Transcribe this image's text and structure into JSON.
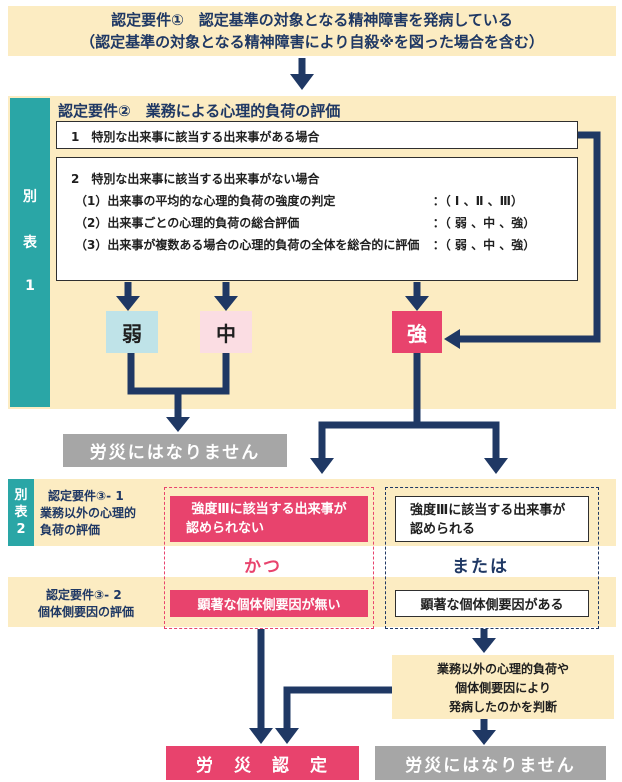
{
  "req1": {
    "line1": "認定要件①　認定基準の対象となる精神障害を発病している",
    "line2": "（認定基準の対象となる精神障害により自殺※を図った場合を含む）"
  },
  "side_label_1": {
    "chars": [
      "別",
      "表",
      "1"
    ]
  },
  "req2": {
    "title": "認定要件②　業務による心理的負荷の評価",
    "case1": "1　特別な出来事に該当する出来事がある場合",
    "case2_title": "2　特別な出来事に該当する出来事がない場合",
    "rows": [
      {
        "label": "（1）出来事の平均的な心理的負荷の強度の判定",
        "value": "：（ Ⅰ 、Ⅱ 、Ⅲ）"
      },
      {
        "label": "（2）出来事ごとの心理的負荷の総合評価",
        "value": "：（ 弱 、中 、強）"
      },
      {
        "label": "（3）出来事が複数ある場合の心理的負荷の全体を総合的に評価",
        "value": "：（ 弱 、中 、強）"
      }
    ],
    "weak": "弱",
    "medium": "中",
    "strong": "強"
  },
  "not_recognized_1": "労災にはなりません",
  "side_label_2": {
    "chars": [
      "別",
      "表",
      "2"
    ]
  },
  "req3_1": {
    "title_line1": "認定要件③- 1",
    "title_line2": "業務以外の心理的",
    "title_line3": "負荷の評価",
    "left_box_line1": "強度Ⅲに該当する出来事が",
    "left_box_line2": "認められない",
    "right_box_line1": "強度Ⅲに該当する出来事が",
    "right_box_line2": "認められる"
  },
  "and_label": "かつ",
  "or_label": "または",
  "req3_2": {
    "title_line1": "認定要件③- 2",
    "title_line2": "個体側要因の評価",
    "left_box": "顕著な個体側要因が無い",
    "right_box": "顕著な個体側要因がある"
  },
  "judge_box": {
    "line1": "業務以外の心理的負荷や",
    "line2": "個体側要因により",
    "line3": "発病したのかを判断"
  },
  "recognized": "労　災　認　定",
  "not_recognized_2": "労災にはなりません",
  "colors": {
    "navy": "#1f3864",
    "beige": "#fcecc2",
    "teal": "#2aa6a6",
    "pink": "#e8436d",
    "weak_bg": "#bfe3e8",
    "medium_bg": "#fbdde3",
    "gray": "#a6a6a6"
  }
}
